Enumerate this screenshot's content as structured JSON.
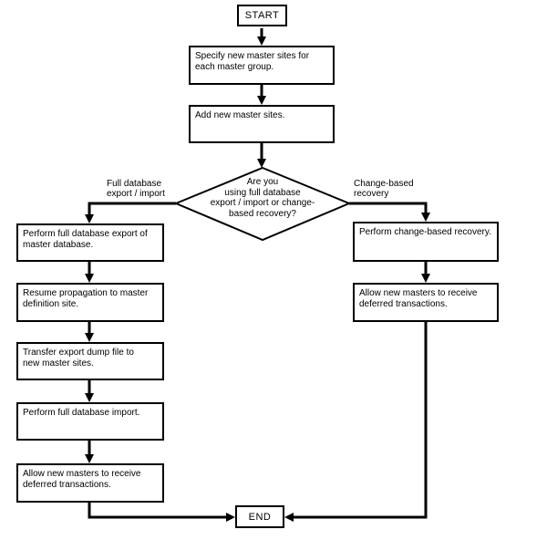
{
  "diagram": {
    "start_label": "START",
    "end_label": "END",
    "top_steps": [
      {
        "label": "Specify new master sites for\neach master group."
      },
      {
        "label": "Add new master sites."
      }
    ],
    "decision_label": "Are you\nusing full database\nexport / import or change-\nbased recovery?",
    "left_branch": {
      "label": "Full database\nexport / import",
      "steps": [
        {
          "label": "Perform full database export of\nmaster database."
        },
        {
          "label": "Resume propagation to master\ndefinition site."
        },
        {
          "label": "Transfer export dump file to\nnew master sites."
        },
        {
          "label": "Perform full database import."
        },
        {
          "label": "Allow new masters to receive\ndeferred transactions."
        }
      ]
    },
    "right_branch": {
      "label": "Change-based\nrecovery",
      "steps": [
        {
          "label": "Perform change-based recovery."
        },
        {
          "label": "Allow new masters to receive\ndeferred transactions."
        }
      ]
    },
    "colors": {
      "line": "#000000",
      "background": "#ffffff"
    }
  }
}
